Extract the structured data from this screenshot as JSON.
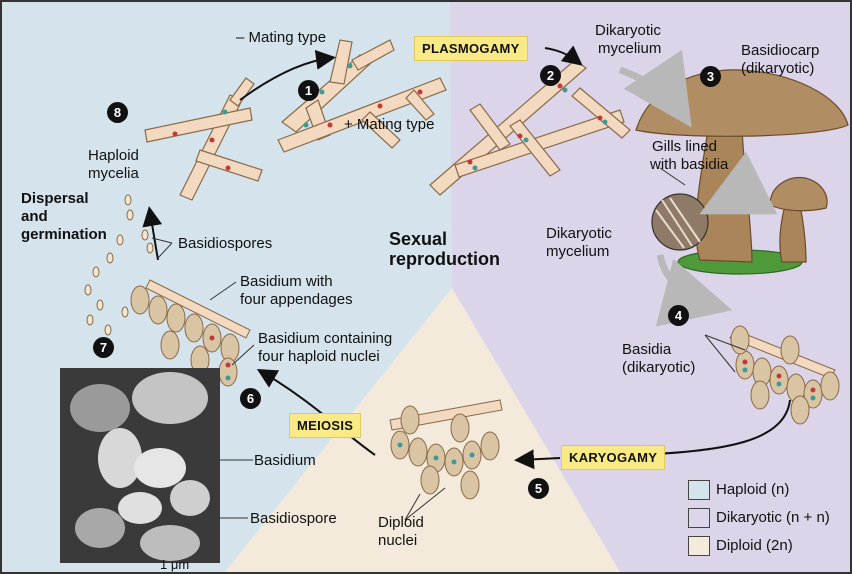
{
  "steps": [
    "1",
    "2",
    "3",
    "4",
    "5",
    "6",
    "7",
    "8"
  ],
  "labels": {
    "minus_mating": "– Mating type",
    "plus_mating": "+ Mating type",
    "dikaryotic_mycelium_top_1": "Dikaryotic",
    "dikaryotic_mycelium_top_2": "mycelium",
    "basidiocarp_1": "Basidiocarp",
    "basidiocarp_2": "(dikaryotic)",
    "gills_1": "Gills lined",
    "gills_2": "with basidia",
    "dikaryotic_mycelium_mid_1": "Dikaryotic",
    "dikaryotic_mycelium_mid_2": "mycelium",
    "basidia_1": "Basidia",
    "basidia_2": "(dikaryotic)",
    "haploid_mycelia_1": "Haploid",
    "haploid_mycelia_2": "mycelia",
    "dispersal_1": "Dispersal",
    "dispersal_2": "and",
    "dispersal_3": "germination",
    "basidiospores": "Basidiospores",
    "sexual_1": "Sexual",
    "sexual_2": "reproduction",
    "basidium_app_1": "Basidium with",
    "basidium_app_2": "four appendages",
    "basidium_nuc_1": "Basidium containing",
    "basidium_nuc_2": "four haploid nuclei",
    "basidium": "Basidium",
    "basidiospore": "Basidiospore",
    "diploid_1": "Diploid",
    "diploid_2": "nuclei",
    "scale": "1 μm"
  },
  "processes": {
    "plasmogamy": "PLASMOGAMY",
    "karyogamy": "KARYOGAMY",
    "meiosis": "MEIOSIS"
  },
  "legend": [
    {
      "label": "Haploid (n)",
      "color": "#d3e4ec"
    },
    {
      "label": "Dikaryotic (n + n)",
      "color": "#ddd5ea"
    },
    {
      "label": "Diploid (2n)",
      "color": "#f4ebdc"
    }
  ],
  "colors": {
    "haploid_bg": "#d5e4ec",
    "dikaryotic_bg": "#dcd4e8",
    "diploid_bg": "#f3eadb",
    "hypha": "#f2d9bf",
    "nucleus_red": "#c03a3a",
    "nucleus_teal": "#3f9a94",
    "mushroom": "#b08d63",
    "grass": "#4e9a3a"
  }
}
